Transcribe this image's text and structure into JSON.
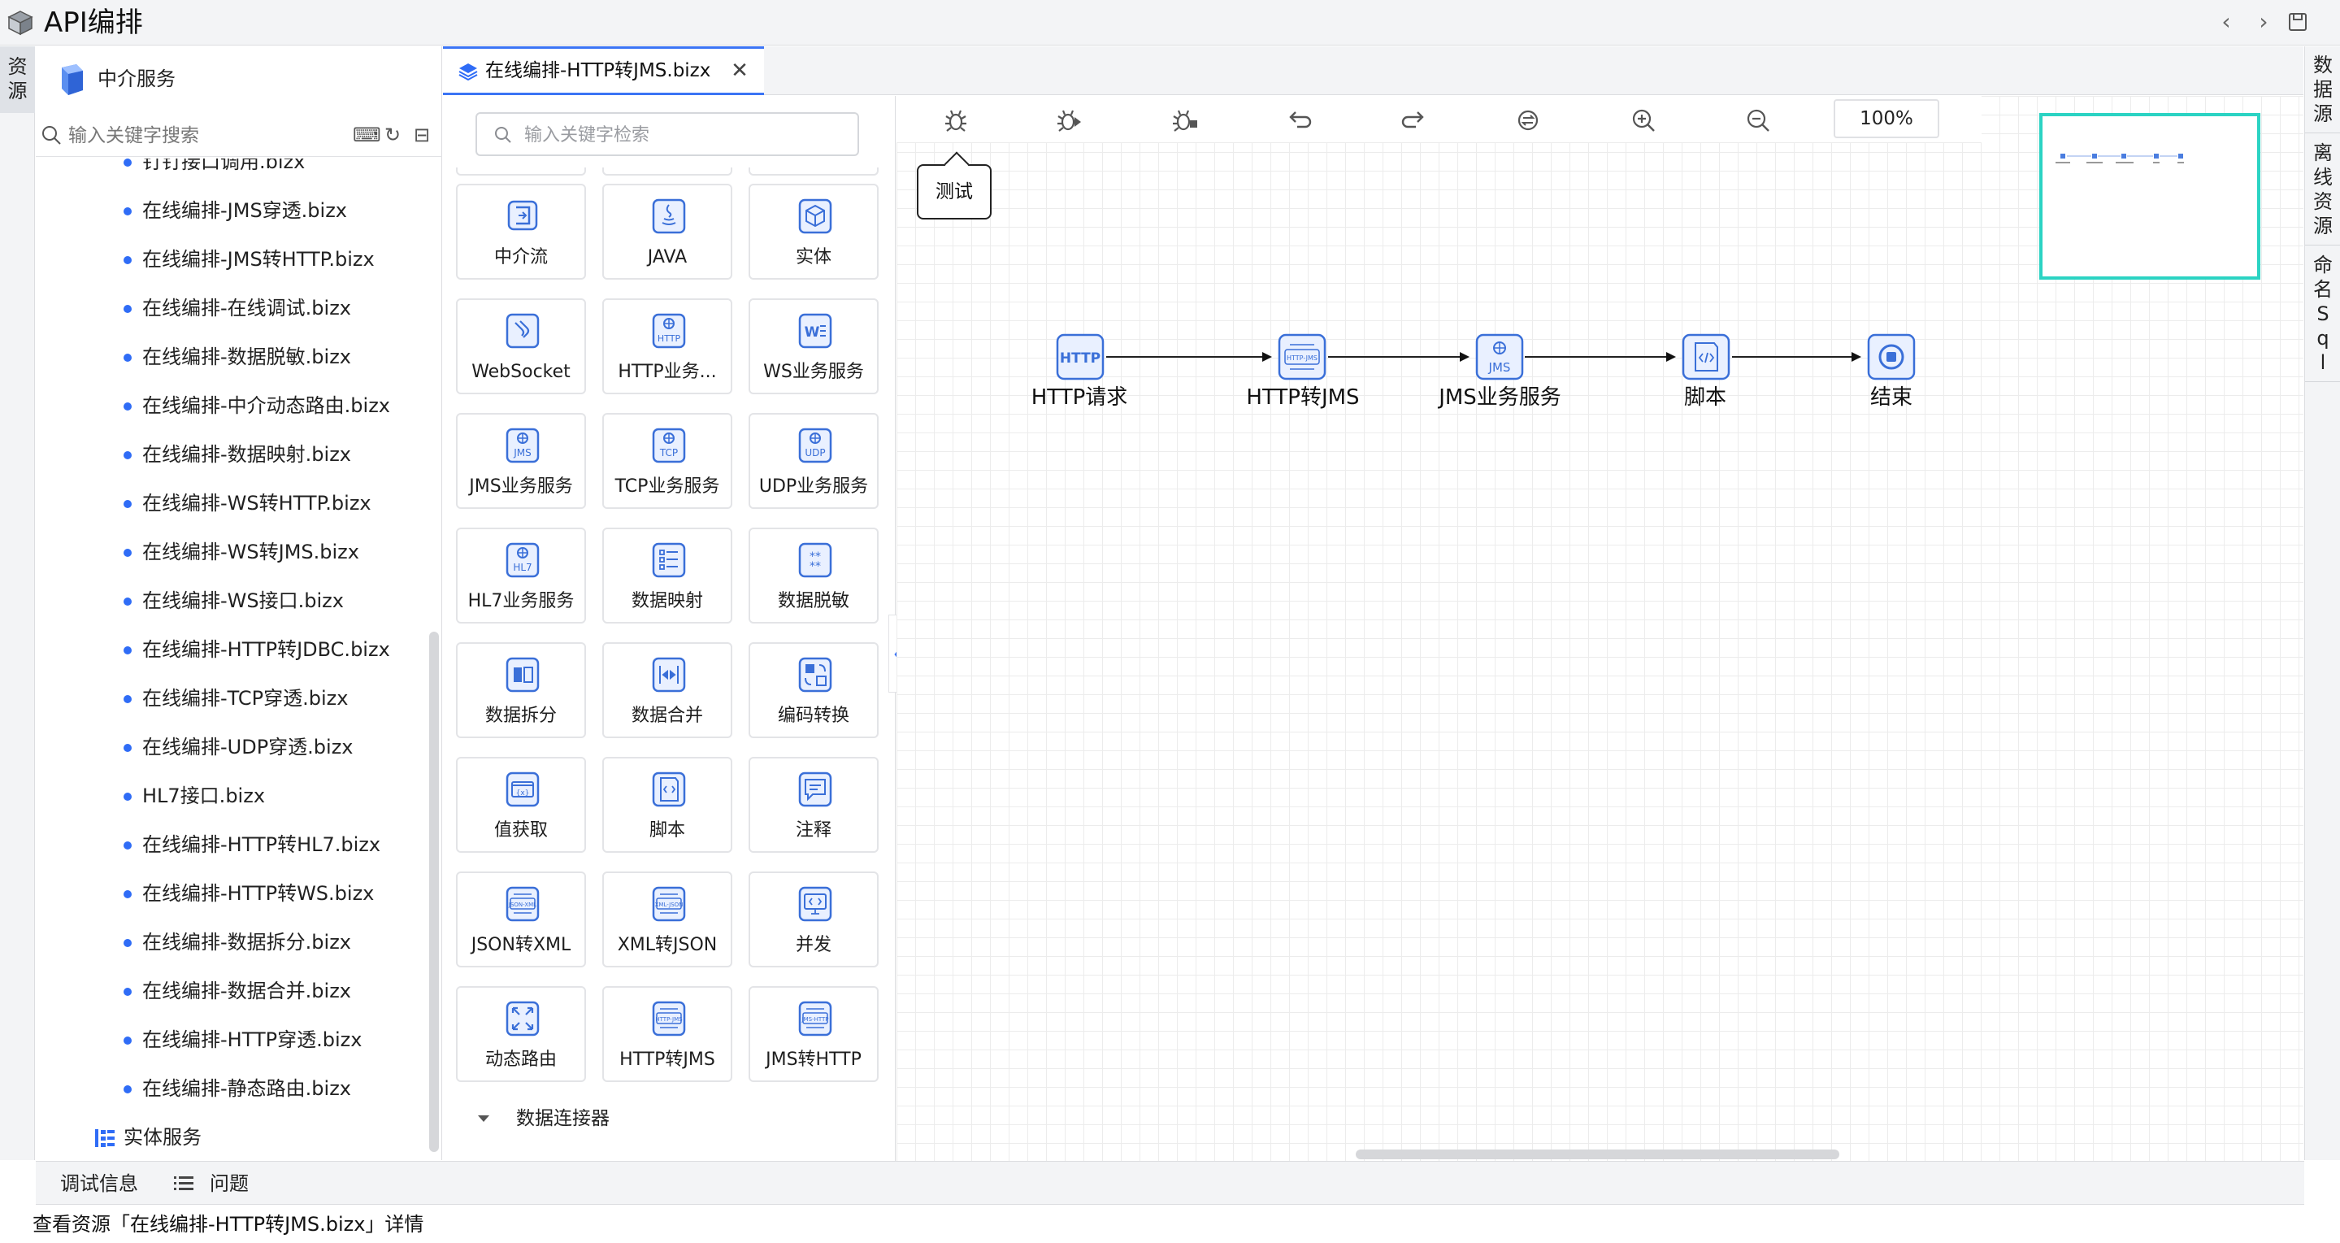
{
  "app": {
    "title": "API编排"
  },
  "left_rail": {
    "tab_resource": [
      "资",
      "源"
    ]
  },
  "right_rail": {
    "tabs": [
      {
        "chars": [
          "数",
          "据",
          "源"
        ]
      },
      {
        "chars": [
          "离",
          "线",
          "资",
          "源"
        ]
      },
      {
        "chars": [
          "命",
          "名",
          "S",
          "q",
          "l"
        ]
      }
    ]
  },
  "resource_panel": {
    "title": "中介服务",
    "search_placeholder": "输入关键字搜索",
    "items": [
      "钉钉接口调用.bizx",
      "在线编排-JMS穿透.bizx",
      "在线编排-JMS转HTTP.bizx",
      "在线编排-在线调试.bizx",
      "在线编排-数据脱敏.bizx",
      "在线编排-中介动态路由.bizx",
      "在线编排-数据映射.bizx",
      "在线编排-WS转HTTP.bizx",
      "在线编排-WS转JMS.bizx",
      "在线编排-WS接口.bizx",
      "在线编排-HTTP转JDBC.bizx",
      "在线编排-TCP穿透.bizx",
      "在线编排-UDP穿透.bizx",
      "HL7接口.bizx",
      "在线编排-HTTP转HL7.bizx",
      "在线编排-HTTP转WS.bizx",
      "在线编排-数据拆分.bizx",
      "在线编排-数据合并.bizx",
      "在线编排-HTTP穿透.bizx",
      "在线编排-静态路由.bizx"
    ],
    "entity_service": "实体服务"
  },
  "editor_tab": {
    "label": "在线编排-HTTP转JMS.bizx"
  },
  "palette": {
    "search_placeholder": "输入关键字检索",
    "items": [
      {
        "label": "中介流",
        "icon": "flow-icon"
      },
      {
        "label": "JAVA",
        "icon": "java-icon"
      },
      {
        "label": "实体",
        "icon": "cube-icon"
      },
      {
        "label": "WebSocket",
        "icon": "websocket-icon"
      },
      {
        "label": "HTTP业务...",
        "icon": "http-service-icon"
      },
      {
        "label": "WS业务服务",
        "icon": "ws-service-icon"
      },
      {
        "label": "JMS业务服务",
        "icon": "jms-service-icon"
      },
      {
        "label": "TCP业务服务",
        "icon": "tcp-service-icon"
      },
      {
        "label": "UDP业务服务",
        "icon": "udp-service-icon"
      },
      {
        "label": "HL7业务服务",
        "icon": "hl7-service-icon"
      },
      {
        "label": "数据映射",
        "icon": "data-mapping-icon"
      },
      {
        "label": "数据脱敏",
        "icon": "data-masking-icon"
      },
      {
        "label": "数据拆分",
        "icon": "data-split-icon"
      },
      {
        "label": "数据合并",
        "icon": "data-merge-icon"
      },
      {
        "label": "编码转换",
        "icon": "encoding-convert-icon"
      },
      {
        "label": "值获取",
        "icon": "value-get-icon"
      },
      {
        "label": "脚本",
        "icon": "script-icon"
      },
      {
        "label": "注释",
        "icon": "comment-icon"
      },
      {
        "label": "JSON转XML",
        "icon": "json-to-xml-icon"
      },
      {
        "label": "XML转JSON",
        "icon": "xml-to-json-icon"
      },
      {
        "label": "并发",
        "icon": "concurrent-icon"
      },
      {
        "label": "动态路由",
        "icon": "dynamic-route-icon"
      },
      {
        "label": "HTTP转JMS",
        "icon": "http-to-jms-icon"
      },
      {
        "label": "JMS转HTTP",
        "icon": "jms-to-http-icon"
      }
    ],
    "section": "数据连接器"
  },
  "canvas": {
    "zoom": "100%",
    "tooltip": "测试",
    "toolbar_icons": [
      "test-debug-icon",
      "debug-step-icon",
      "debug-stop-icon",
      "undo-icon",
      "redo-icon",
      "sync-icon",
      "zoom-in-icon",
      "zoom-out-icon"
    ],
    "nodes": [
      {
        "label": "HTTP请求",
        "icon": "http-request-icon"
      },
      {
        "label": "HTTP转JMS",
        "icon": "http-to-jms-icon"
      },
      {
        "label": "JMS业务服务",
        "icon": "jms-service-icon"
      },
      {
        "label": "脚本",
        "icon": "script-icon"
      },
      {
        "label": "结束",
        "icon": "end-icon"
      }
    ]
  },
  "bottom_tabs": {
    "debug_info": "调试信息",
    "issues": "问题"
  },
  "status": {
    "text": "查看资源「在线编排-HTTP转JMS.bizx」详情"
  },
  "colors": {
    "accent": "#2f6cf6",
    "icon_blue": "#3a6fd8",
    "minimap_border": "#2bd3c3"
  }
}
